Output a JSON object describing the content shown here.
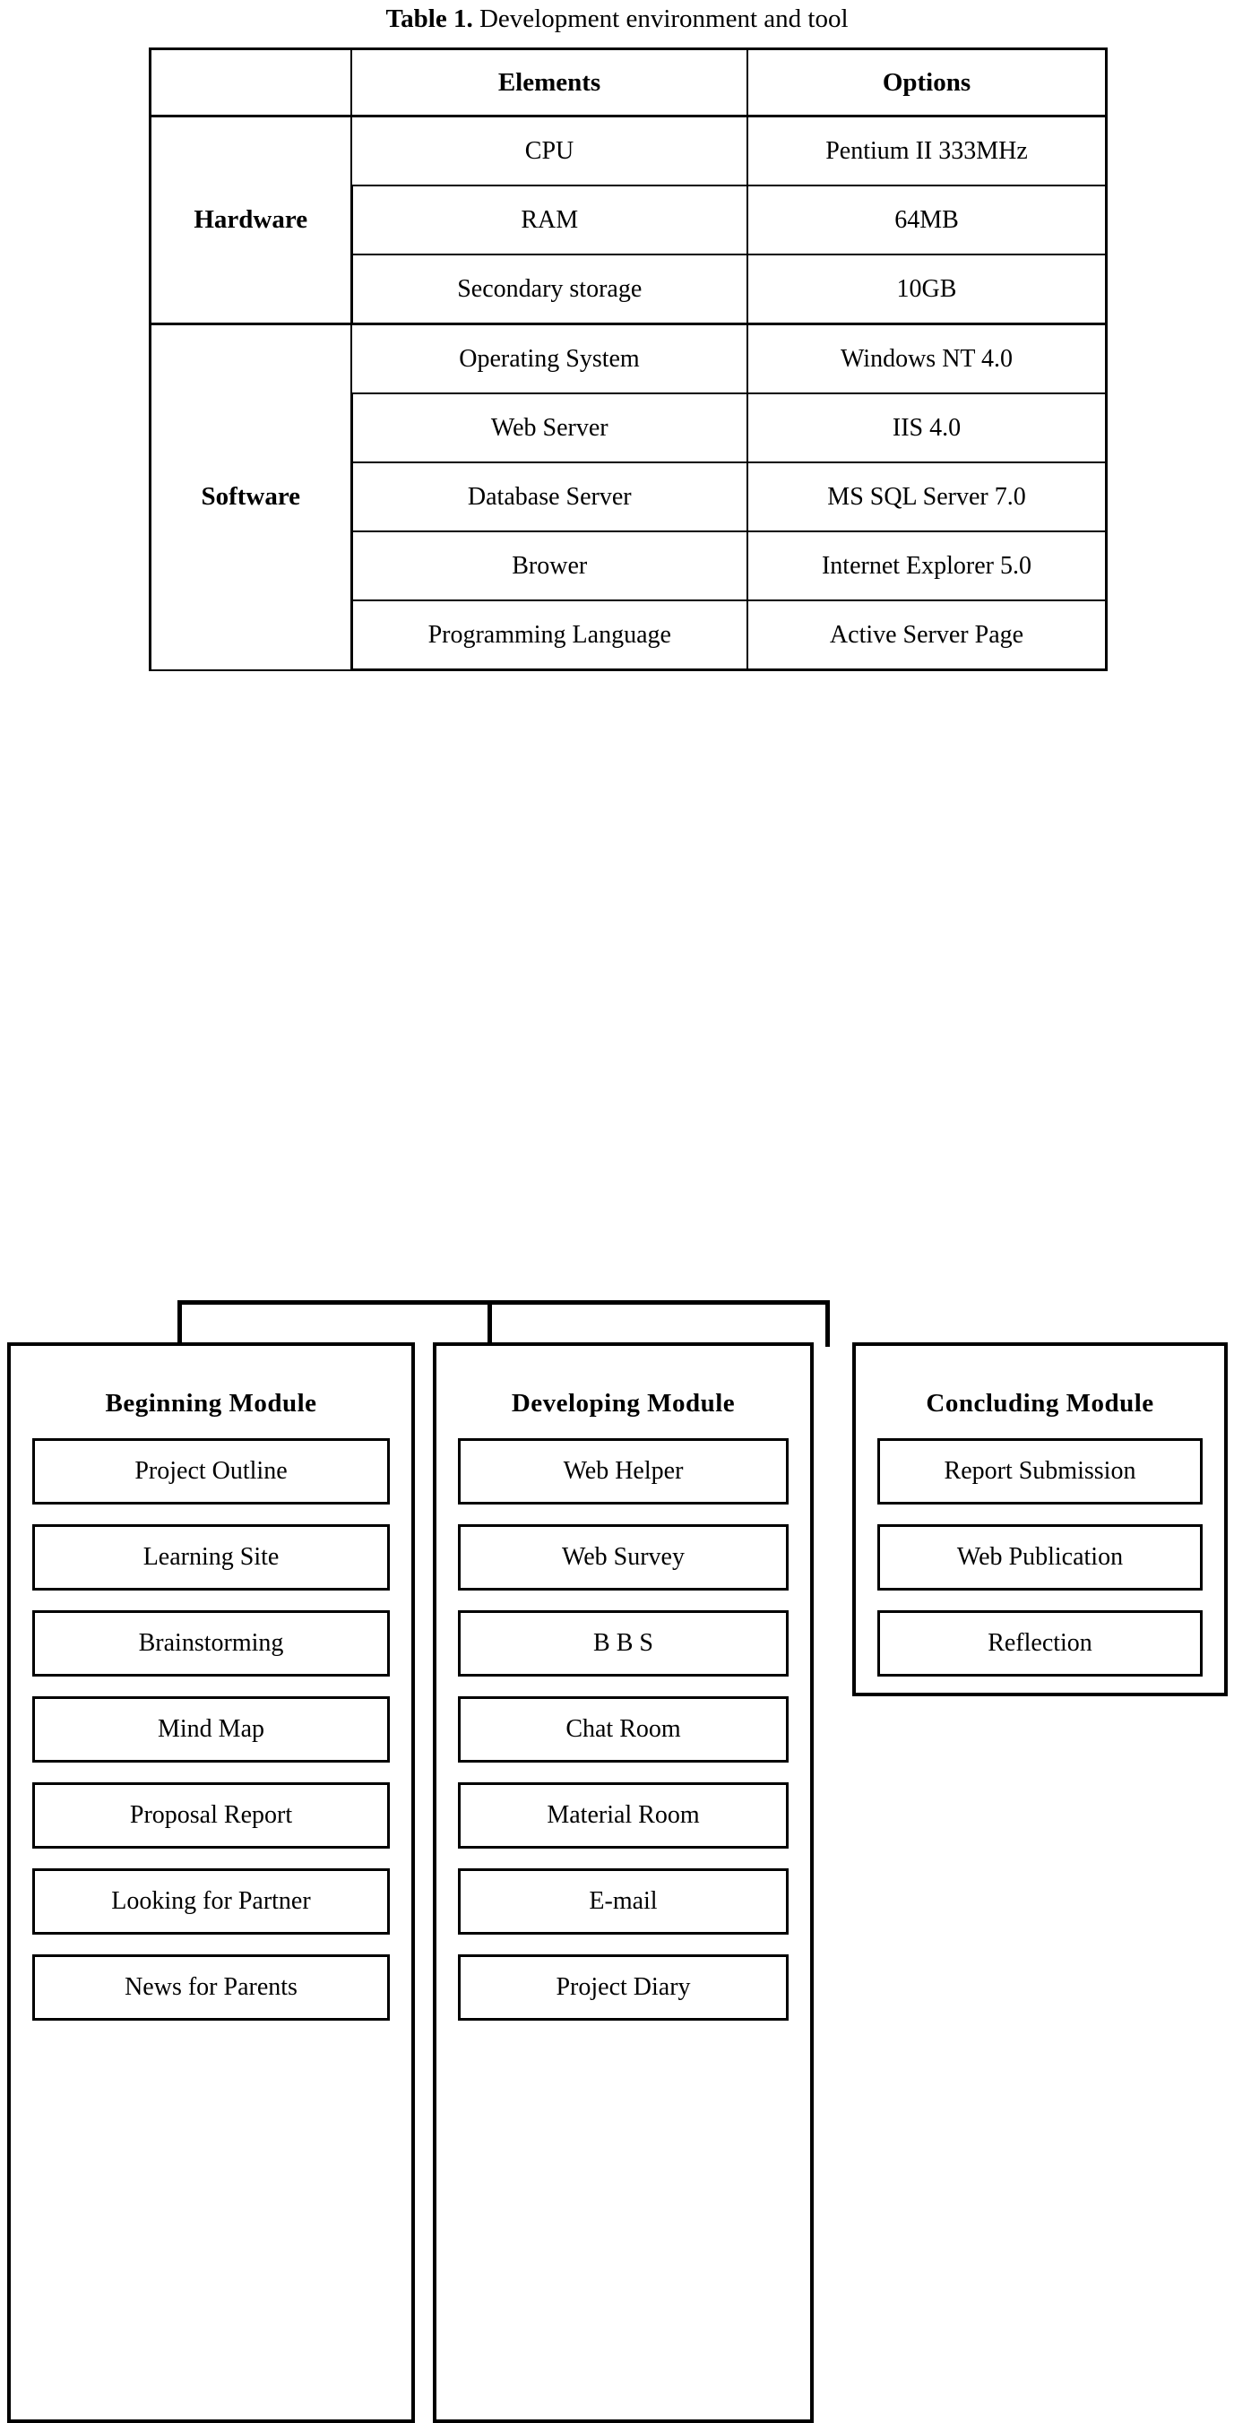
{
  "table": {
    "caption_label": "Table 1.",
    "caption_text": "Development environment and tool",
    "headers": {
      "corner": "",
      "elements": "Elements",
      "options": "Options"
    },
    "groups": [
      {
        "category": "Hardware",
        "rows": [
          {
            "element": "CPU",
            "option": "Pentium II 333MHz"
          },
          {
            "element": "RAM",
            "option": "64MB"
          },
          {
            "element": "Secondary storage",
            "option": "10GB"
          }
        ]
      },
      {
        "category": "Software",
        "rows": [
          {
            "element": "Operating System",
            "option": "Windows NT 4.0"
          },
          {
            "element": "Web Server",
            "option": "IIS 4.0"
          },
          {
            "element": "Database Server",
            "option": "MS SQL Server 7.0"
          },
          {
            "element": "Brower",
            "option": "Internet Explorer 5.0"
          },
          {
            "element": "Programming Language",
            "option": "Active Server Page"
          }
        ]
      }
    ]
  },
  "diagram": {
    "modules": [
      {
        "title": "Beginning Module",
        "items": [
          "Project Outline",
          "Learning Site",
          "Brainstorming",
          "Mind Map",
          "Proposal Report",
          "Looking for Partner",
          "News for Parents"
        ]
      },
      {
        "title": "Developing Module",
        "items": [
          "Web Helper",
          "Web Survey",
          "B B S",
          "Chat Room",
          "Material Room",
          "E-mail",
          "Project Diary"
        ]
      },
      {
        "title": "Concluding Module",
        "items": [
          "Report Submission",
          "Web Publication",
          "Reflection"
        ]
      }
    ]
  },
  "colors": {
    "ink": "#000000",
    "page": "#ffffff"
  }
}
